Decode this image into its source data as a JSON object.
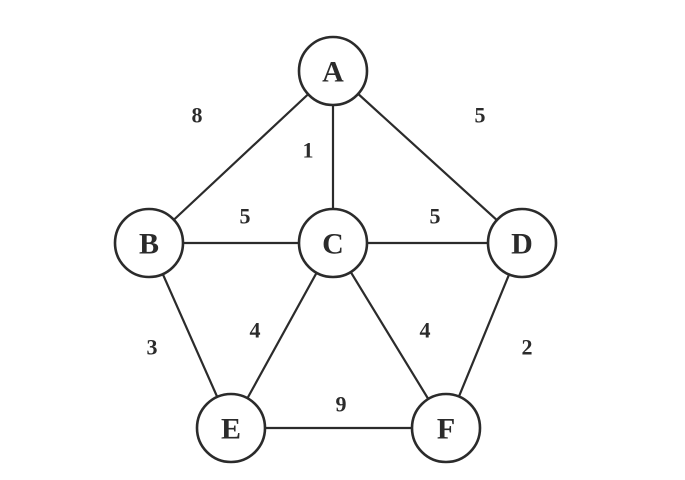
{
  "nodes": [
    {
      "id": "A",
      "label": "A"
    },
    {
      "id": "B",
      "label": "B"
    },
    {
      "id": "C",
      "label": "C"
    },
    {
      "id": "D",
      "label": "D"
    },
    {
      "id": "E",
      "label": "E"
    },
    {
      "id": "F",
      "label": "F"
    }
  ],
  "edges": [
    {
      "from": "A",
      "to": "B",
      "weight": "8"
    },
    {
      "from": "A",
      "to": "C",
      "weight": "1"
    },
    {
      "from": "A",
      "to": "D",
      "weight": "5"
    },
    {
      "from": "B",
      "to": "C",
      "weight": "5"
    },
    {
      "from": "C",
      "to": "D",
      "weight": "5"
    },
    {
      "from": "B",
      "to": "E",
      "weight": "3"
    },
    {
      "from": "C",
      "to": "E",
      "weight": "4"
    },
    {
      "from": "C",
      "to": "F",
      "weight": "4"
    },
    {
      "from": "D",
      "to": "F",
      "weight": "2"
    },
    {
      "from": "E",
      "to": "F",
      "weight": "9"
    }
  ]
}
